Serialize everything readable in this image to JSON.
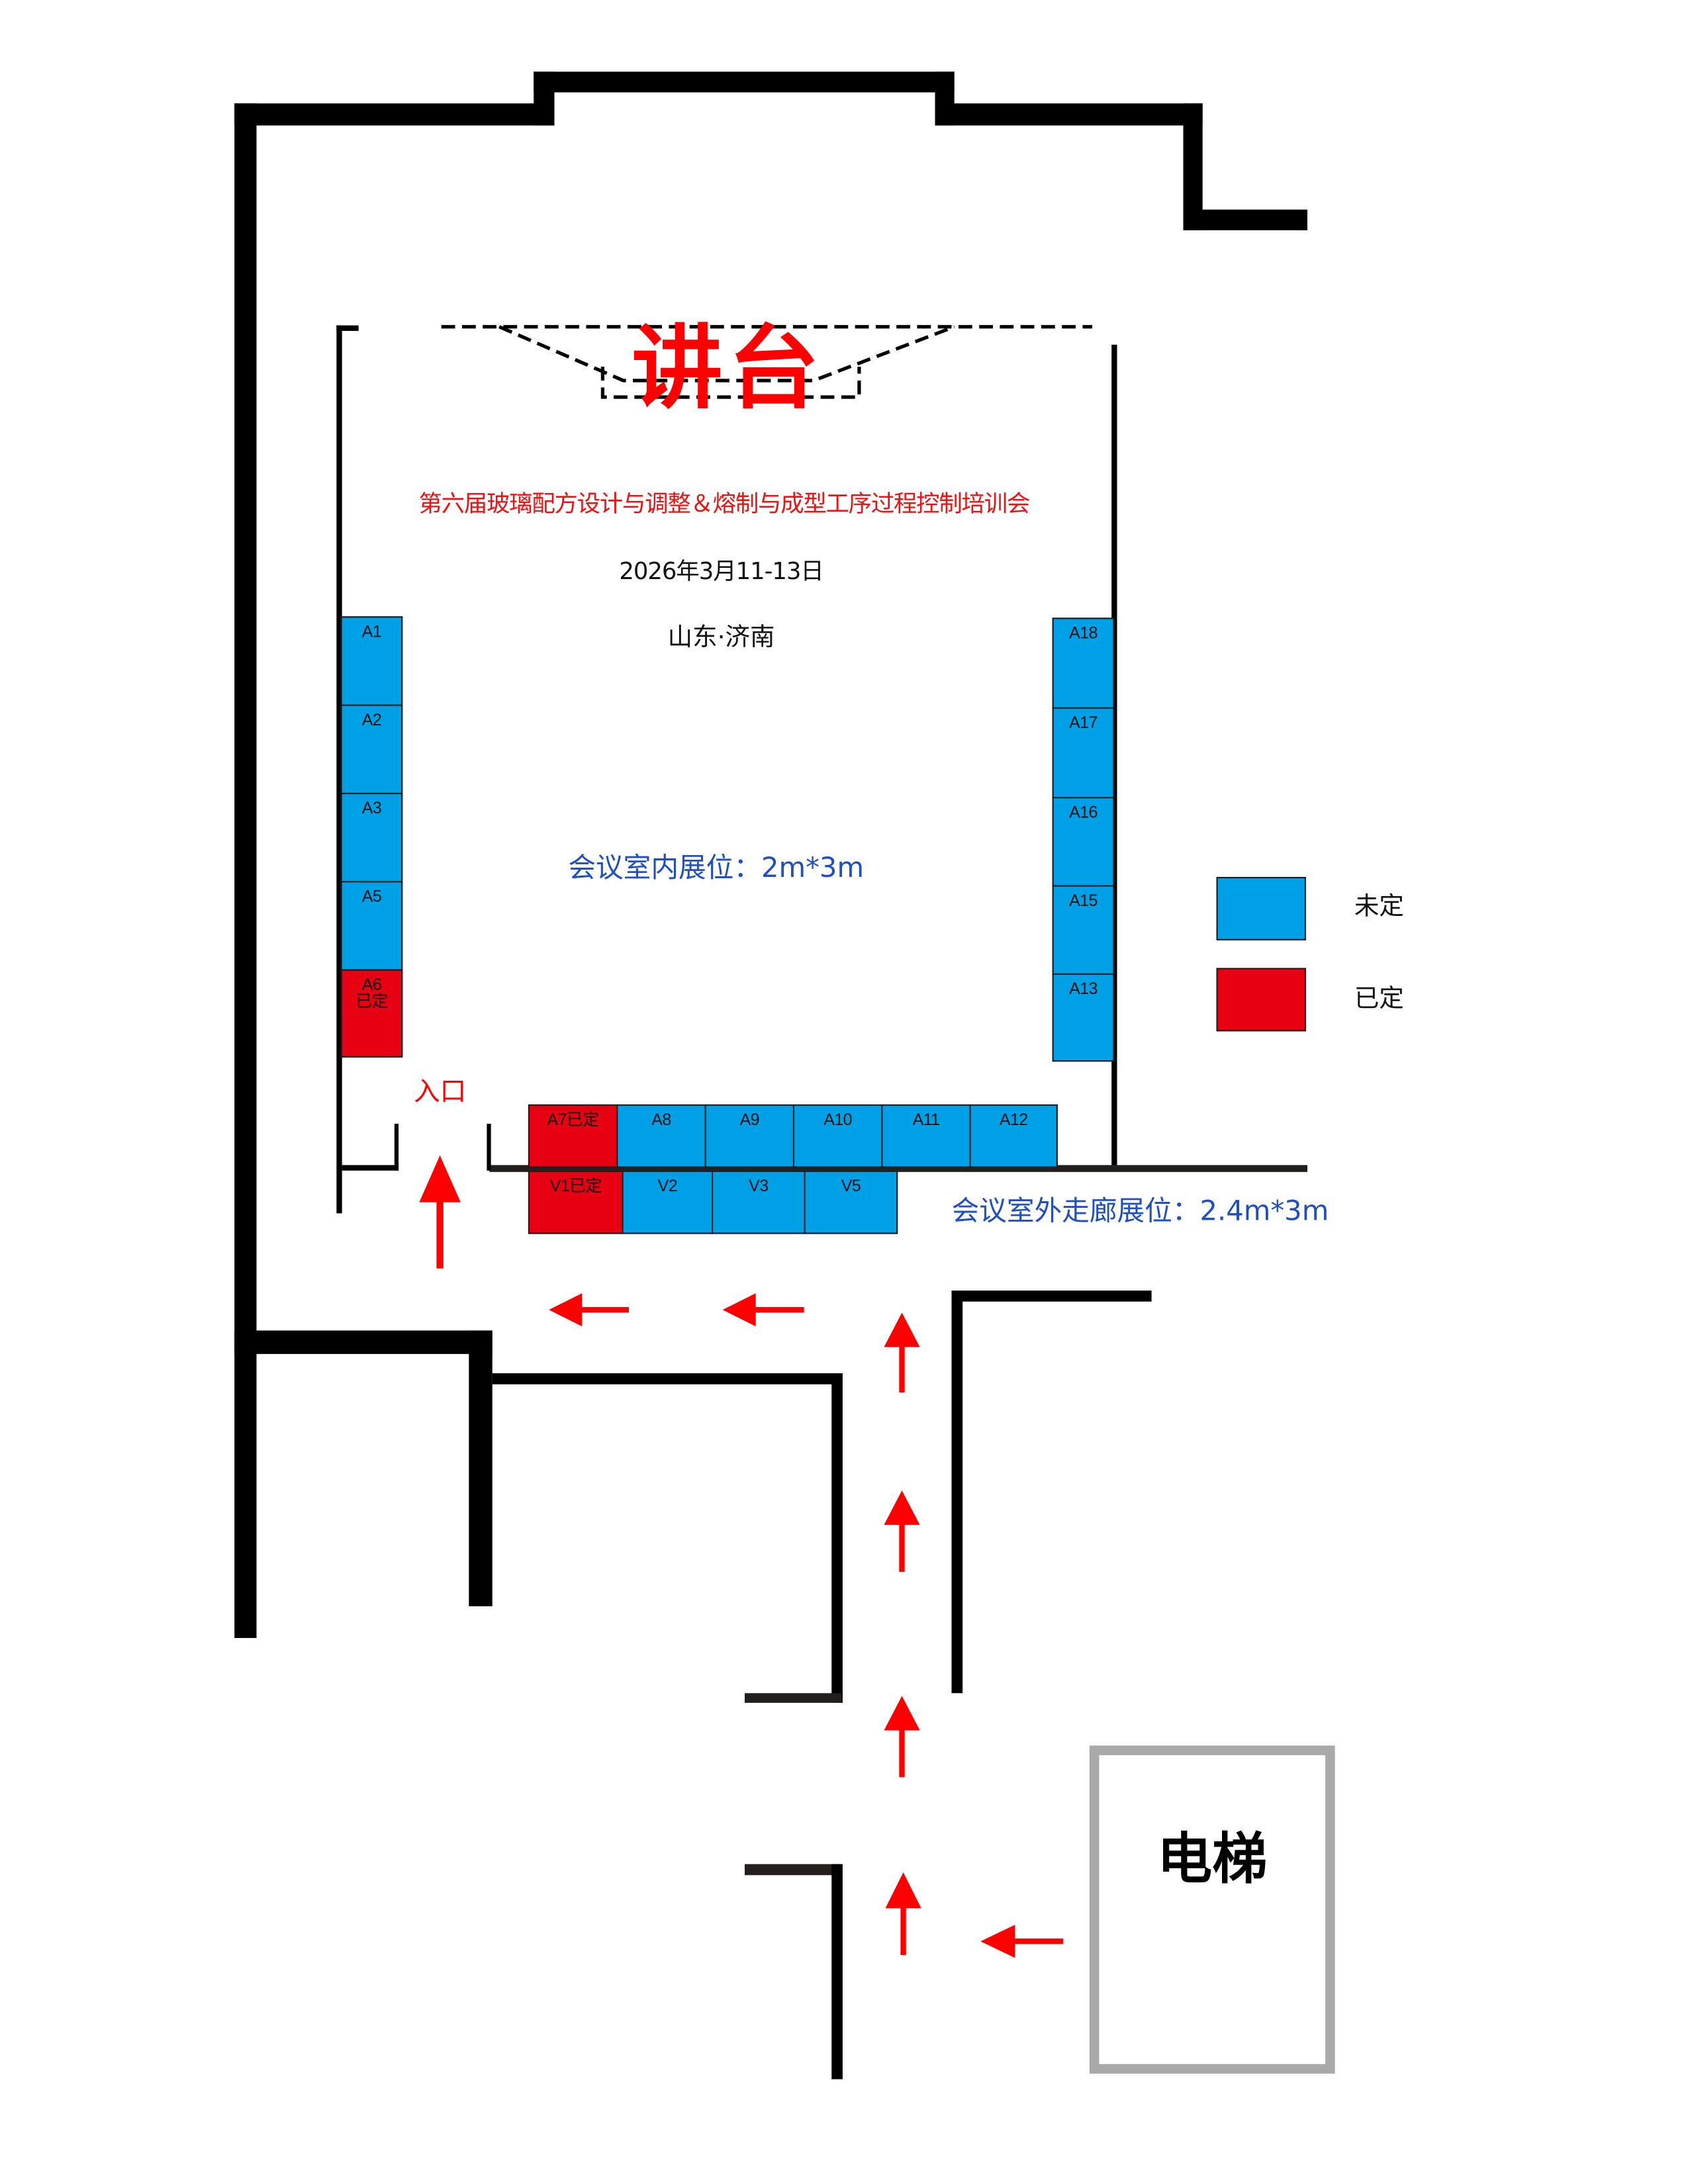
{
  "stage": {
    "label": "讲台"
  },
  "event": {
    "title": "第六届玻璃配方设计与调整＆熔制与成型工序过程控制培训会",
    "date": "2026年3月11-13日",
    "location": "山东·济南"
  },
  "notes": {
    "indoor_booth_size": "会议室内展位：2m*3m",
    "corridor_booth_size": "会议室外走廊展位：2.4m*3m"
  },
  "entrance": {
    "label": "入口"
  },
  "elevator": {
    "label": "电梯"
  },
  "legend": {
    "items": [
      {
        "label": "未定",
        "color": "#00a0e6",
        "status": "open"
      },
      {
        "label": "已定",
        "color": "#e60012",
        "status": "booked"
      }
    ]
  },
  "colors": {
    "open": "#00a0e6",
    "booked": "#e60012",
    "arrow": "#ff0000",
    "note_blue": "#1f4fc0",
    "elevator_border": "#a9a9a9"
  },
  "booths": {
    "left_column": [
      {
        "id": "A1",
        "label": "A1",
        "status": "open"
      },
      {
        "id": "A2",
        "label": "A2",
        "status": "open"
      },
      {
        "id": "A3",
        "label": "A3",
        "status": "open"
      },
      {
        "id": "A5",
        "label": "A5",
        "status": "open"
      },
      {
        "id": "A6",
        "label": "A6",
        "sub": "已定",
        "status": "booked"
      }
    ],
    "right_column": [
      {
        "id": "A18",
        "label": "A18",
        "status": "open"
      },
      {
        "id": "A17",
        "label": "A17",
        "status": "open"
      },
      {
        "id": "A16",
        "label": "A16",
        "status": "open"
      },
      {
        "id": "A15",
        "label": "A15",
        "status": "open"
      },
      {
        "id": "A13",
        "label": "A13",
        "status": "open"
      }
    ],
    "bottom_row": [
      {
        "id": "A7",
        "label": "A7已定",
        "status": "booked"
      },
      {
        "id": "A8",
        "label": "A8",
        "status": "open"
      },
      {
        "id": "A9",
        "label": "A9",
        "status": "open"
      },
      {
        "id": "A10",
        "label": "A10",
        "status": "open"
      },
      {
        "id": "A11",
        "label": "A11",
        "status": "open"
      },
      {
        "id": "A12",
        "label": "A12",
        "status": "open"
      }
    ],
    "corridor_row": [
      {
        "id": "V1",
        "label": "V1已定",
        "status": "booked"
      },
      {
        "id": "V2",
        "label": "V2",
        "status": "open"
      },
      {
        "id": "V3",
        "label": "V3",
        "status": "open"
      },
      {
        "id": "V5",
        "label": "V5",
        "status": "open"
      }
    ]
  }
}
